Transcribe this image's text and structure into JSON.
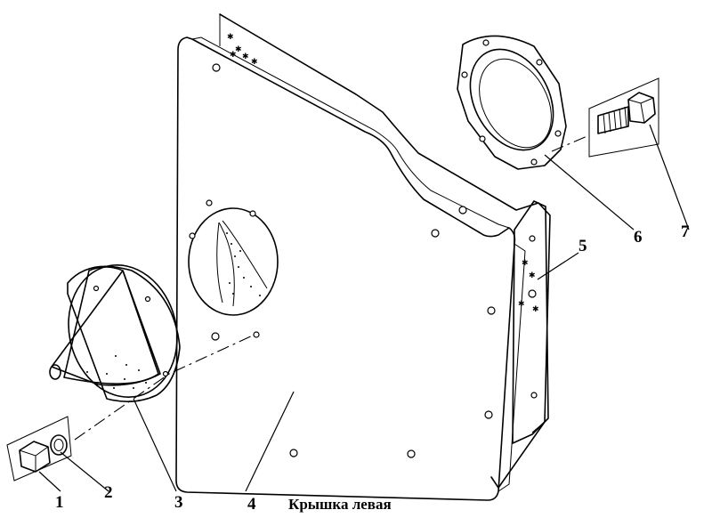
{
  "title": "Крышка левая",
  "callouts": [
    {
      "id": "1",
      "label": "1"
    },
    {
      "id": "2",
      "label": "2"
    },
    {
      "id": "3",
      "label": "3"
    },
    {
      "id": "4",
      "label": "4"
    },
    {
      "id": "5",
      "label": "5"
    },
    {
      "id": "6",
      "label": "6"
    },
    {
      "id": "7",
      "label": "7"
    }
  ]
}
